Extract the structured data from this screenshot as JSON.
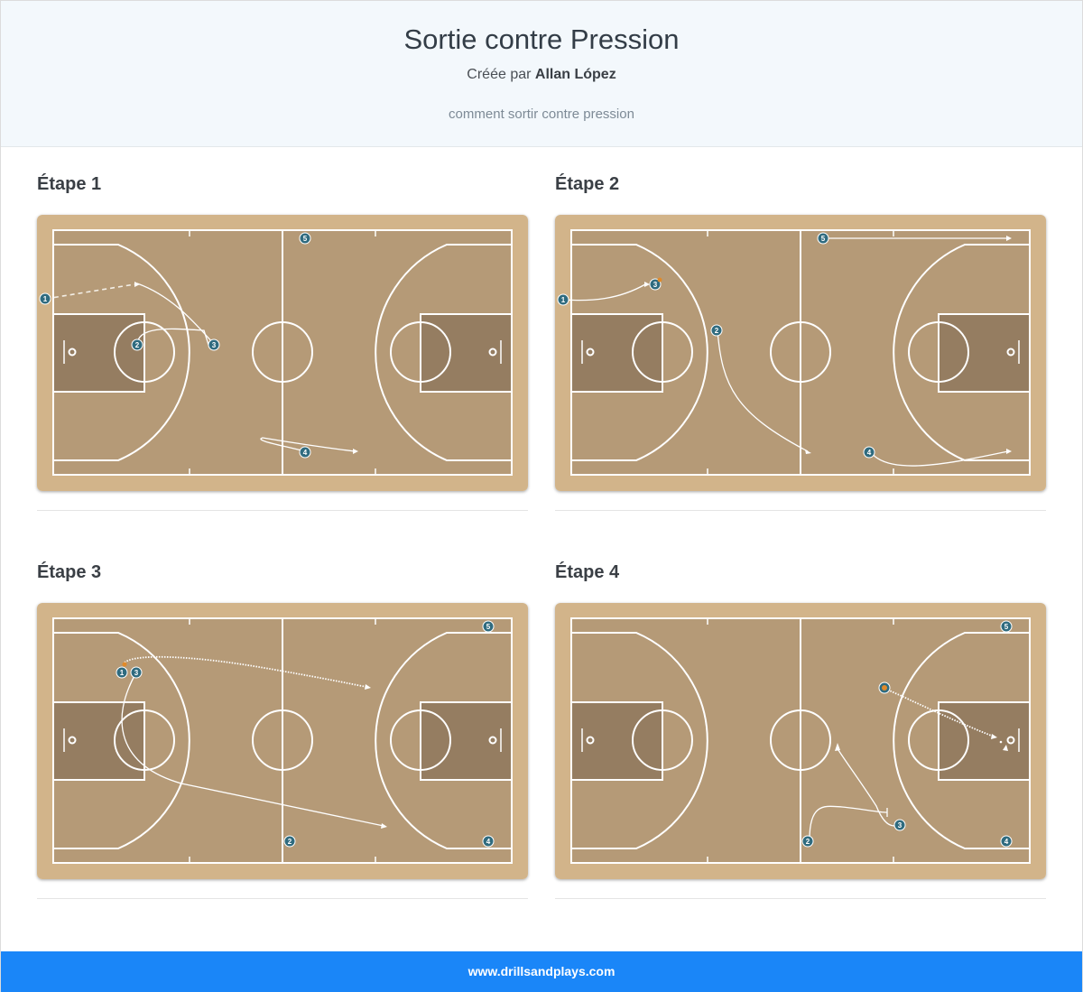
{
  "header": {
    "title": "Sortie contre Pression",
    "created_by_prefix": "Créée par",
    "author": "Allan López",
    "description": "comment sortir contre pression"
  },
  "steps": [
    {
      "title": "Étape 1",
      "players": [
        "1",
        "2",
        "3",
        "4",
        "5"
      ]
    },
    {
      "title": "Étape 2",
      "players": [
        "1",
        "2",
        "3",
        "4",
        "5"
      ]
    },
    {
      "title": "Étape 3",
      "players": [
        "1",
        "2",
        "3",
        "4",
        "5"
      ]
    },
    {
      "title": "Étape 4",
      "players": [
        "2",
        "3",
        "4",
        "5"
      ]
    }
  ],
  "footer": {
    "site": "www.drillsandplays.com"
  },
  "colors": {
    "accent": "#1a86f8",
    "court": "#b59a77",
    "player": "#2f6b7f"
  }
}
